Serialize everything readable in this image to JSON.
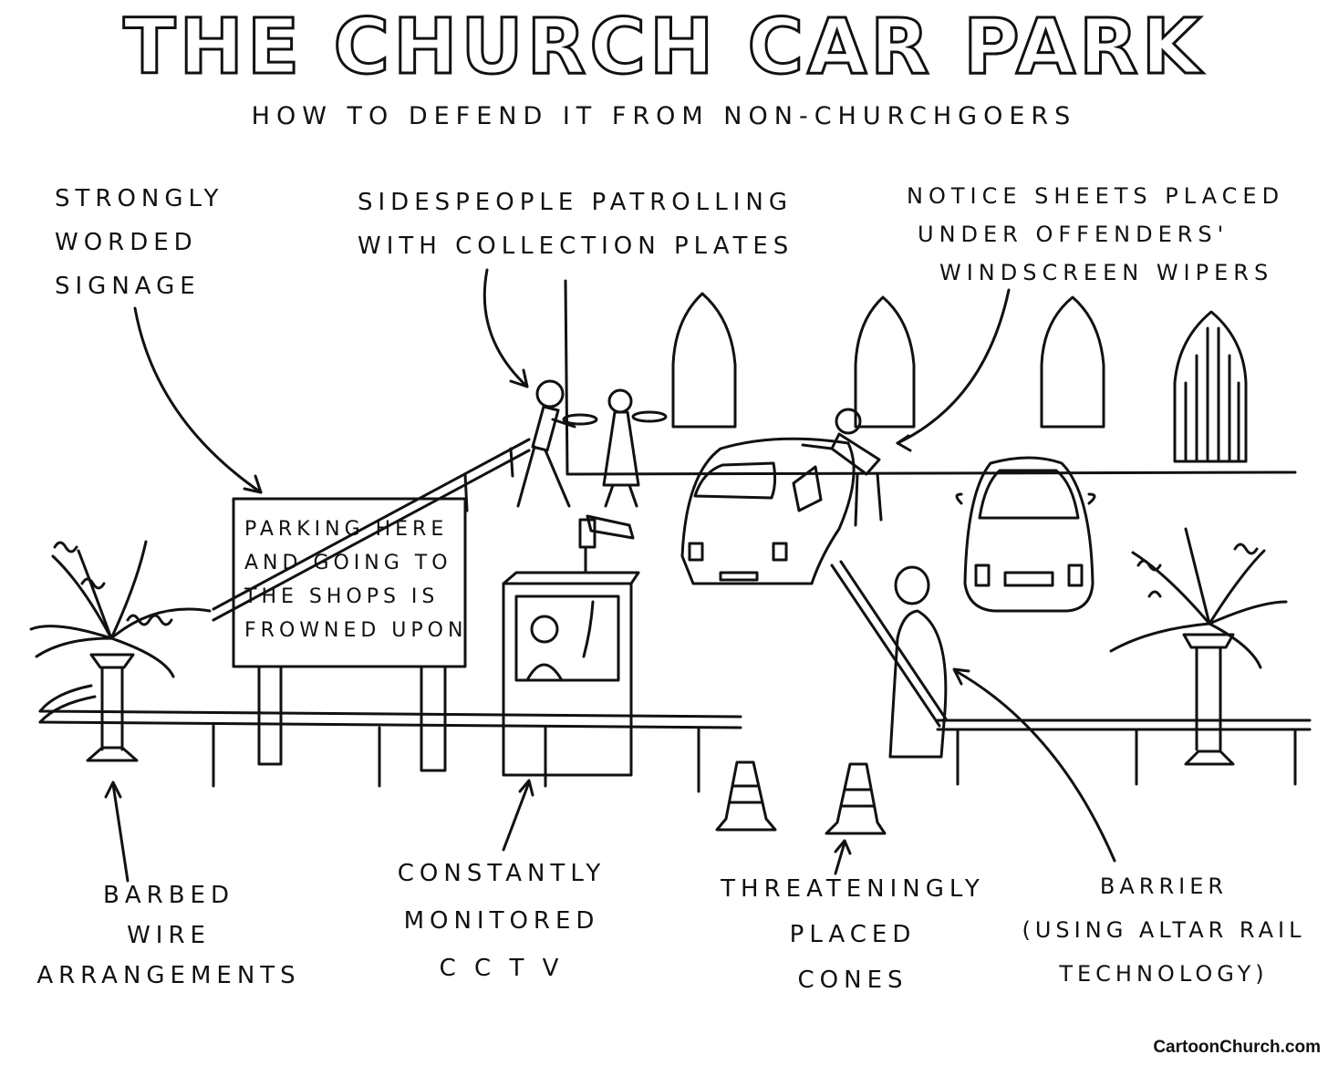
{
  "title": "THE CHURCH CAR PARK",
  "subtitle": "HOW TO DEFEND IT FROM NON-CHURCHGOERS",
  "sign": {
    "lines": [
      "PARKING HERE",
      "AND GOING TO",
      "THE SHOPS IS",
      "FROWNED UPON"
    ]
  },
  "labels": {
    "signage": [
      "STRONGLY",
      "WORDED",
      "SIGNAGE"
    ],
    "sidespeople": [
      "SIDESPEOPLE PATROLLING",
      "WITH COLLECTION PLATES"
    ],
    "notice": [
      "NOTICE SHEETS PLACED",
      "UNDER OFFENDERS'",
      "WINDSCREEN WIPERS"
    ],
    "barbed": [
      "BARBED",
      "WIRE",
      "ARRANGEMENTS"
    ],
    "cctv": [
      "CONSTANTLY",
      "MONITORED",
      "C C T V"
    ],
    "cones": [
      "THREATENINGLY",
      "PLACED",
      "CONES"
    ],
    "barrier": [
      "BARRIER",
      "(USING ALTAR RAIL",
      "TECHNOLOGY)"
    ]
  },
  "credit": "CartoonChurch.com"
}
